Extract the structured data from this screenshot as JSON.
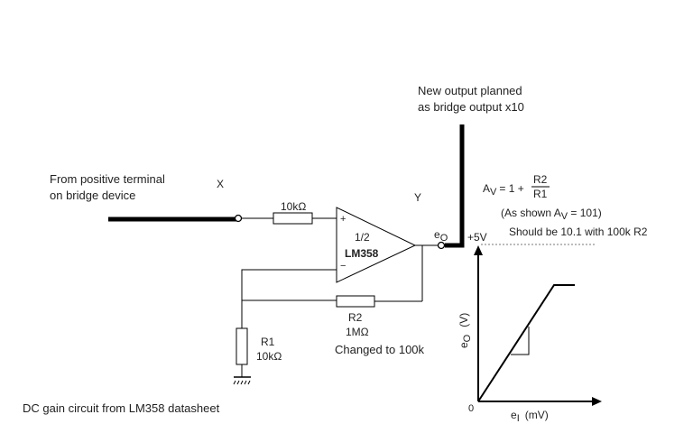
{
  "notes": {
    "new_output_line1": "New output planned",
    "new_output_line2": "as bridge output x10",
    "from_terminal_line1": "From positive terminal",
    "from_terminal_line2": "on bridge device",
    "caption": "DC gain circuit from LM358 datasheet",
    "changed_r2": "Changed to 100k",
    "should_be": "Should be 10.1 with 100k R2"
  },
  "nodes": {
    "x": "X",
    "y": "Y"
  },
  "components": {
    "input_resistor": "10kΩ",
    "r1_name": "R1",
    "r1_value": "10kΩ",
    "r2_name": "R2",
    "r2_value": "1MΩ",
    "opamp_fraction": "1/2",
    "opamp_part": "LM358",
    "plus_sign": "+",
    "minus_sign": "−",
    "output_symbol": "e",
    "output_sub": "O",
    "supply": "+5V"
  },
  "formula": {
    "lhs": "A",
    "lhs_sub": "V",
    "rhs_prefix": "= 1 +",
    "numerator": "R2",
    "denominator": "R1",
    "shown_prefix": "(As shown A",
    "shown_sub": "V",
    "shown_suffix": " = 101)"
  },
  "graph": {
    "y_label": "e",
    "y_label_sub": "O",
    "y_unit": "(V)",
    "x_label": "e",
    "x_label_sub": "I",
    "x_unit": "(mV)",
    "origin": "0"
  }
}
